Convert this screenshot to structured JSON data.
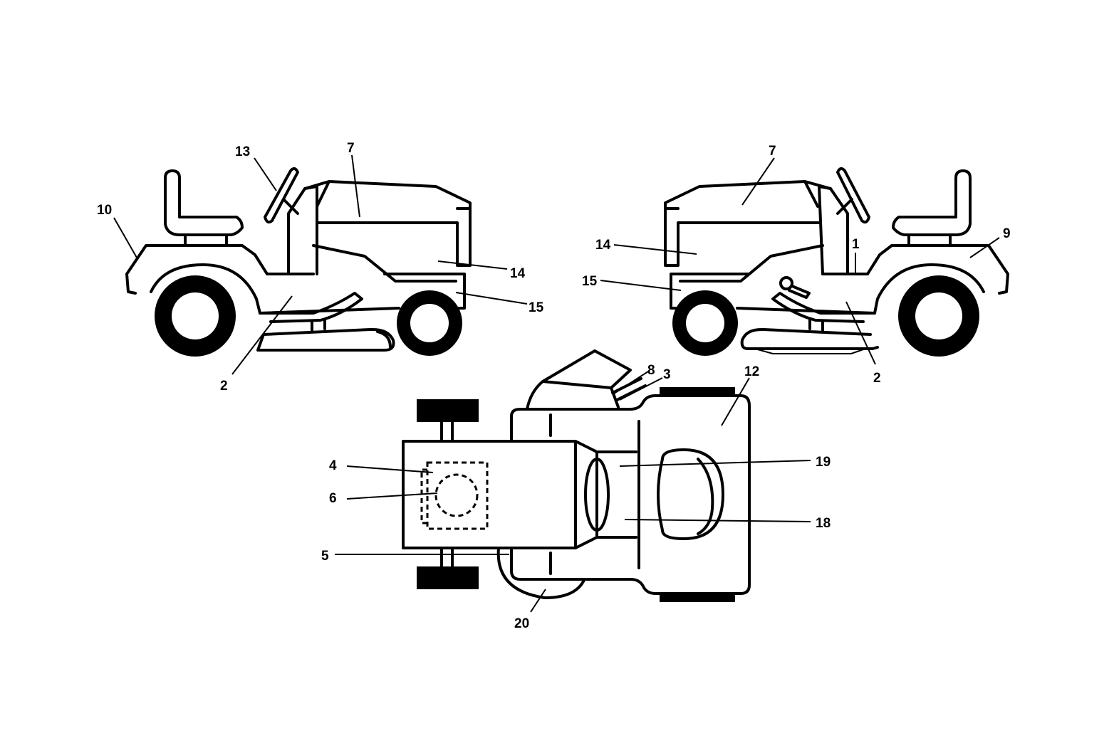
{
  "diagram": {
    "views": [
      "left-side",
      "right-side",
      "top"
    ],
    "callouts": {
      "left_side": {
        "c13": "13",
        "c7": "7",
        "c10": "10",
        "c14": "14",
        "c15": "15",
        "c2": "2"
      },
      "right_side": {
        "c7": "7",
        "c14": "14",
        "c15": "15",
        "c1": "1",
        "c9": "9",
        "c2": "2"
      },
      "top": {
        "c8": "8",
        "c3": "3",
        "c12": "12",
        "c4": "4",
        "c6": "6",
        "c19": "19",
        "c18": "18",
        "c5": "5",
        "c20": "20"
      }
    },
    "colors": {
      "line": "#000000",
      "background": "#ffffff"
    }
  }
}
